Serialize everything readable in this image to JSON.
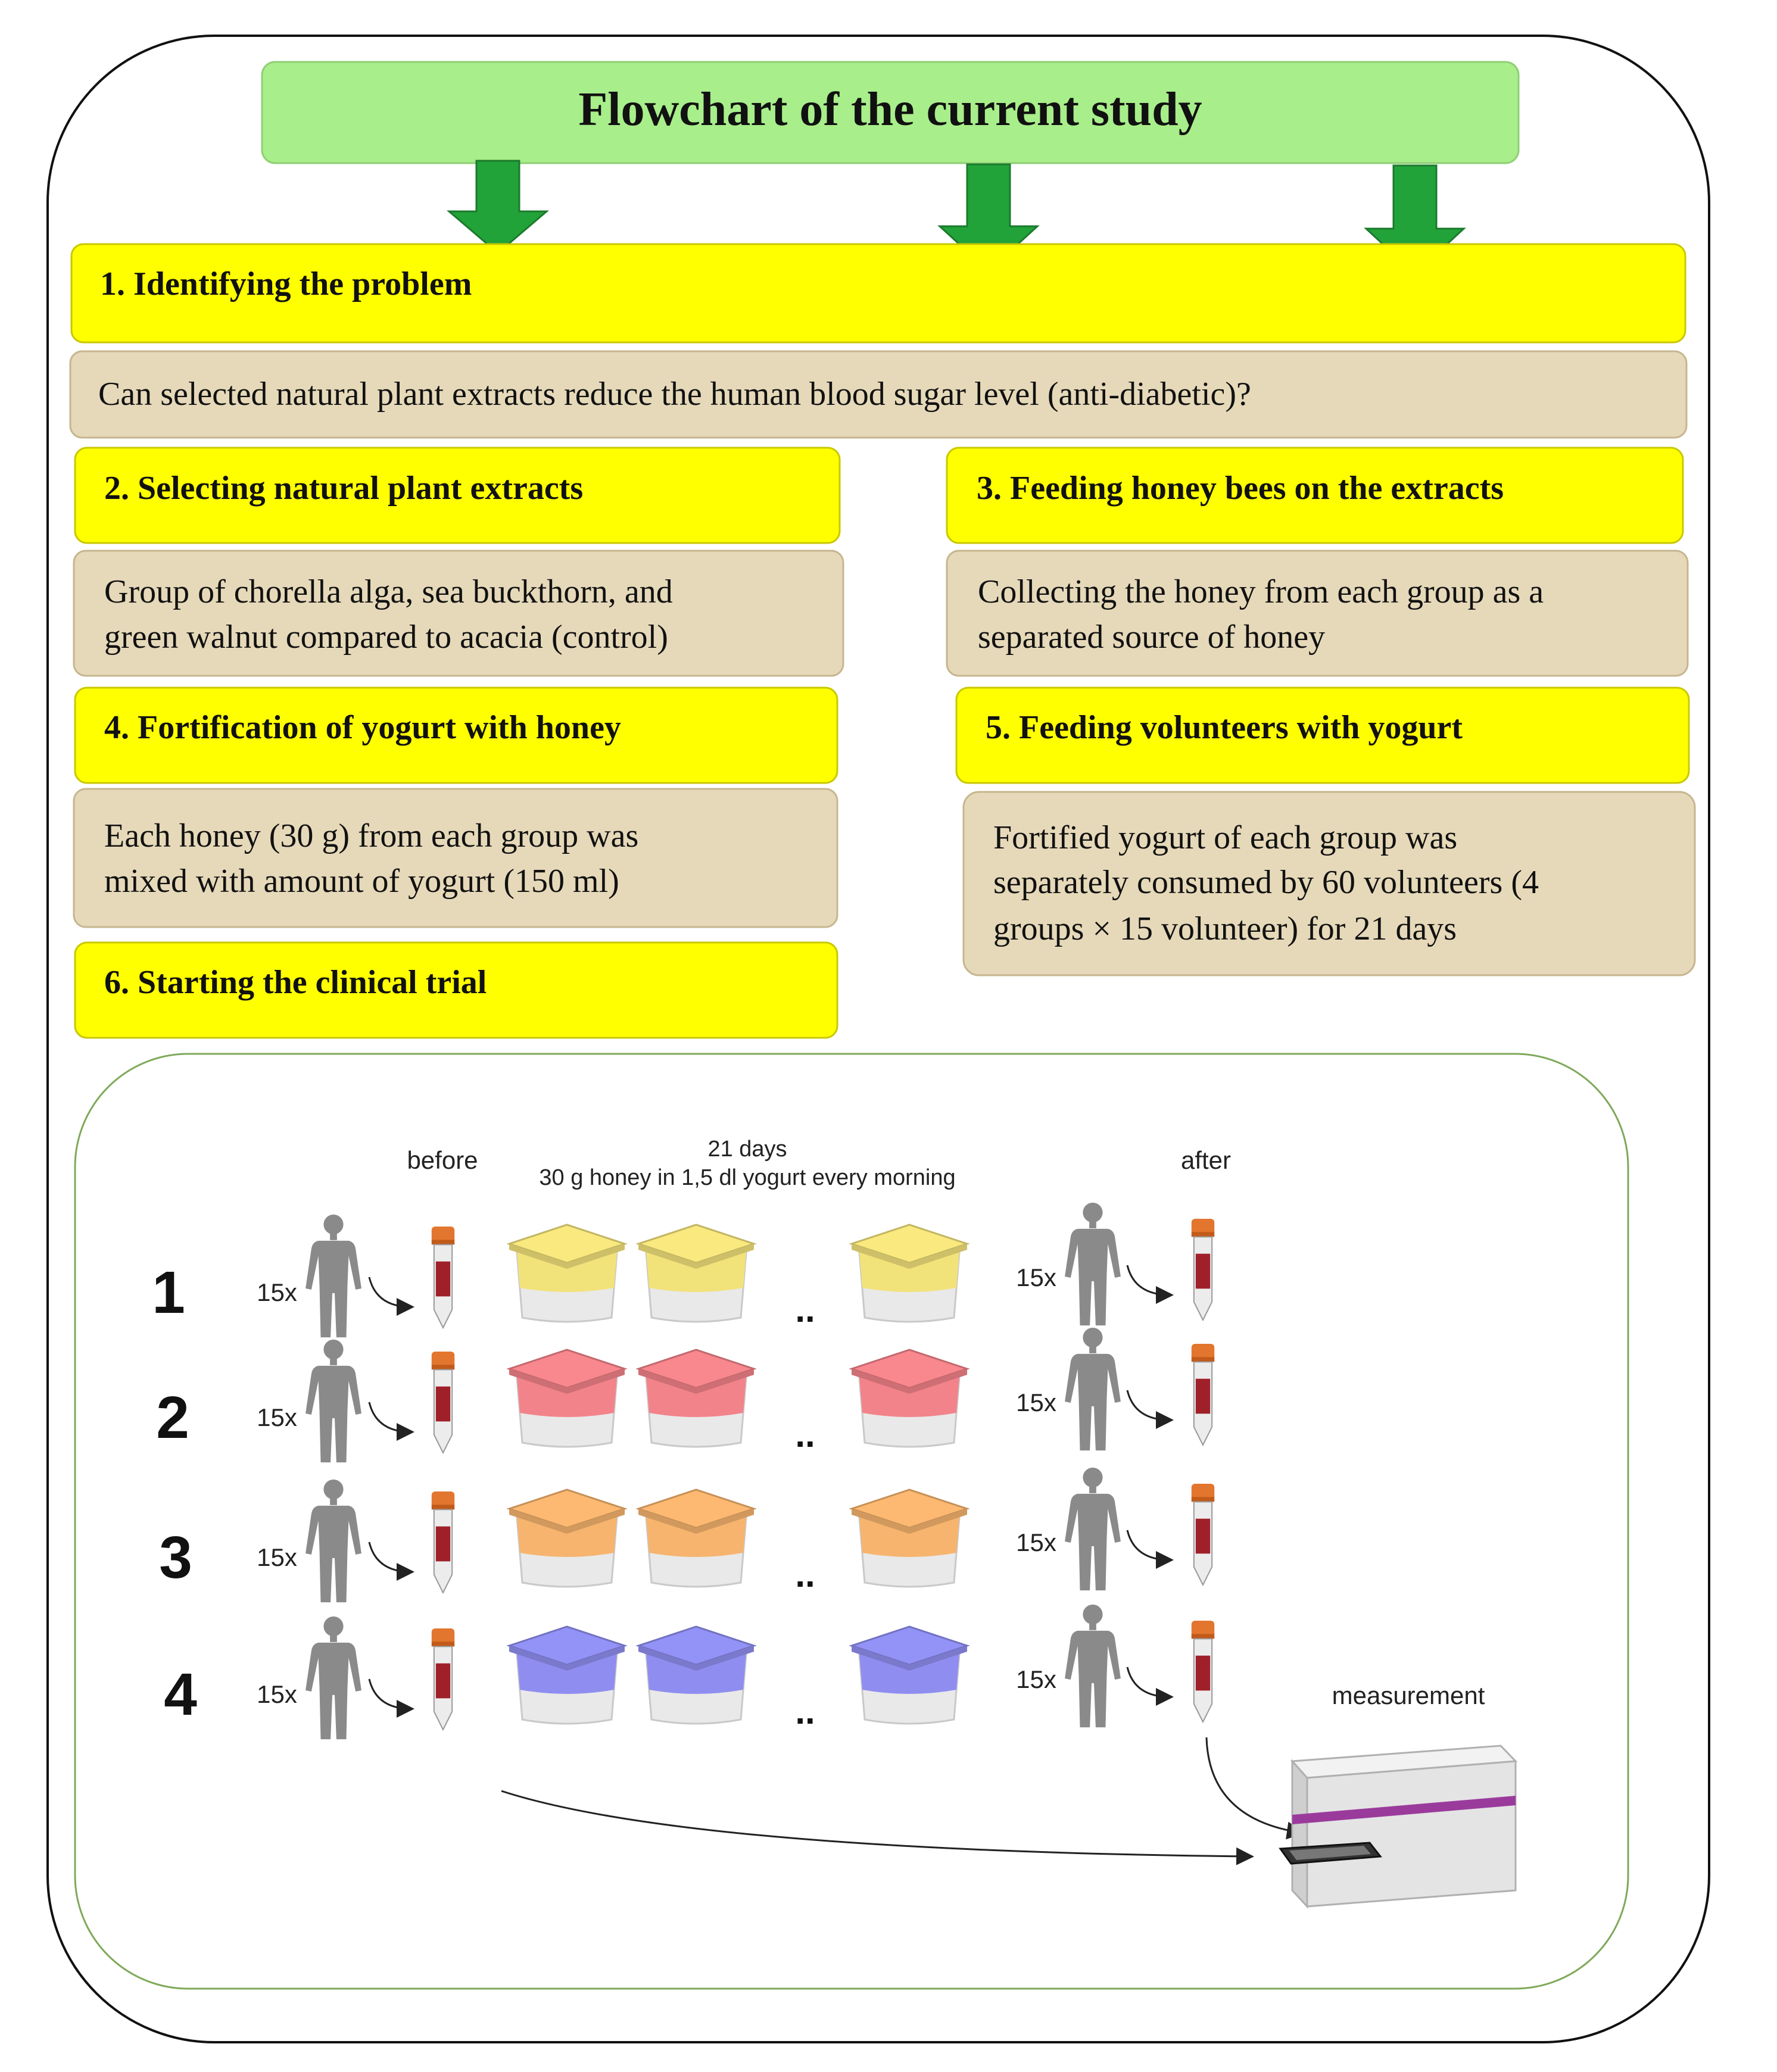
{
  "title": "Flowchart of the current study",
  "steps": [
    {
      "heading": "1. Identifying the problem",
      "body": [
        "Can selected natural plant extracts reduce the human blood sugar level (anti-diabetic)?"
      ]
    },
    {
      "heading": "2. Selecting natural plant extracts",
      "body": [
        "Group of chorella alga, sea buckthorn, and",
        "green walnut compared to acacia (control)"
      ]
    },
    {
      "heading": "3. Feeding honey bees on the extracts",
      "body": [
        "Collecting the honey from each group as a",
        "separated source of honey"
      ]
    },
    {
      "heading": "4. Fortification of yogurt with honey",
      "body": [
        "Each honey (30 g) from each group was",
        "mixed with amount of yogurt (150 ml)"
      ]
    },
    {
      "heading": "5. Feeding volunteers with yogurt",
      "body": [
        "Fortified yogurt of each group was",
        "separately consumed by 60 volunteers (4",
        "groups × 15 volunteer) for 21 days"
      ]
    },
    {
      "heading": "6. Starting the clinical trial"
    }
  ],
  "trial": {
    "before_label": "before",
    "days_label": "21 days",
    "regimen_label": "30 g honey in 1,5 dl  yogurt every morning",
    "after_label": "after",
    "measurement_label": "measurement",
    "ellipsis": "..",
    "groups": [
      {
        "number": "1",
        "count": "15x",
        "color": "#f2e27a"
      },
      {
        "number": "2",
        "count": "15x",
        "color": "#f2838a"
      },
      {
        "number": "3",
        "count": "15x",
        "color": "#f6b46e"
      },
      {
        "number": "4",
        "count": "15x",
        "color": "#8f8ef0"
      }
    ]
  },
  "colors": {
    "title_box": "#a8ee8a",
    "heading_box": "#ffff00",
    "body_box": "#e6d9b9",
    "arrow": "#22a33a"
  }
}
